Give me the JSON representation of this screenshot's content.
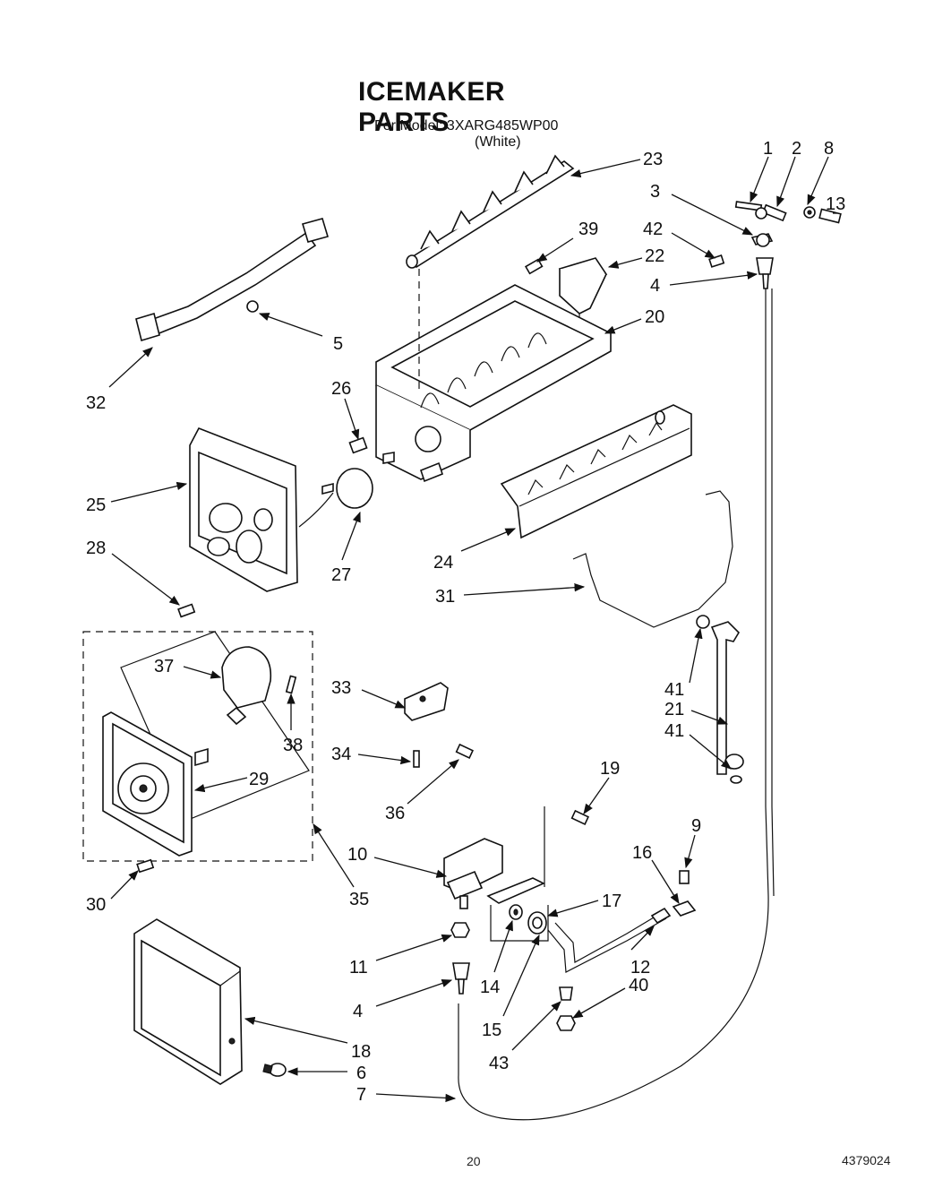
{
  "header": {
    "title": "ICEMAKER PARTS",
    "model_line": "For Model: 3XARG485WP00",
    "color_line": "(White)"
  },
  "footer": {
    "page_number": "20",
    "document_number": "4379024"
  },
  "callouts": [
    {
      "id": "c1",
      "text": "1"
    },
    {
      "id": "c2",
      "text": "2"
    },
    {
      "id": "c8",
      "text": "8"
    },
    {
      "id": "c23",
      "text": "23"
    },
    {
      "id": "c3",
      "text": "3"
    },
    {
      "id": "c13",
      "text": "13"
    },
    {
      "id": "c39",
      "text": "39"
    },
    {
      "id": "c42",
      "text": "42"
    },
    {
      "id": "c22",
      "text": "22"
    },
    {
      "id": "c4a",
      "text": "4"
    },
    {
      "id": "c20",
      "text": "20"
    },
    {
      "id": "c5",
      "text": "5"
    },
    {
      "id": "c32",
      "text": "32"
    },
    {
      "id": "c26",
      "text": "26"
    },
    {
      "id": "c25",
      "text": "25"
    },
    {
      "id": "c28",
      "text": "28"
    },
    {
      "id": "c27",
      "text": "27"
    },
    {
      "id": "c24",
      "text": "24"
    },
    {
      "id": "c31",
      "text": "31"
    },
    {
      "id": "c37",
      "text": "37"
    },
    {
      "id": "c33",
      "text": "33"
    },
    {
      "id": "c41a",
      "text": "41"
    },
    {
      "id": "c21",
      "text": "21"
    },
    {
      "id": "c41b",
      "text": "41"
    },
    {
      "id": "c38",
      "text": "38"
    },
    {
      "id": "c34",
      "text": "34"
    },
    {
      "id": "c29",
      "text": "29"
    },
    {
      "id": "c36",
      "text": "36"
    },
    {
      "id": "c19",
      "text": "19"
    },
    {
      "id": "c9",
      "text": "9"
    },
    {
      "id": "c10",
      "text": "10"
    },
    {
      "id": "c16",
      "text": "16"
    },
    {
      "id": "c30",
      "text": "30"
    },
    {
      "id": "c35",
      "text": "35"
    },
    {
      "id": "c17",
      "text": "17"
    },
    {
      "id": "c11",
      "text": "11"
    },
    {
      "id": "c12",
      "text": "12"
    },
    {
      "id": "c14",
      "text": "14"
    },
    {
      "id": "c40",
      "text": "40"
    },
    {
      "id": "c4b",
      "text": "4"
    },
    {
      "id": "c15",
      "text": "15"
    },
    {
      "id": "c18",
      "text": "18"
    },
    {
      "id": "c43",
      "text": "43"
    },
    {
      "id": "c6",
      "text": "6"
    },
    {
      "id": "c7",
      "text": "7"
    }
  ]
}
